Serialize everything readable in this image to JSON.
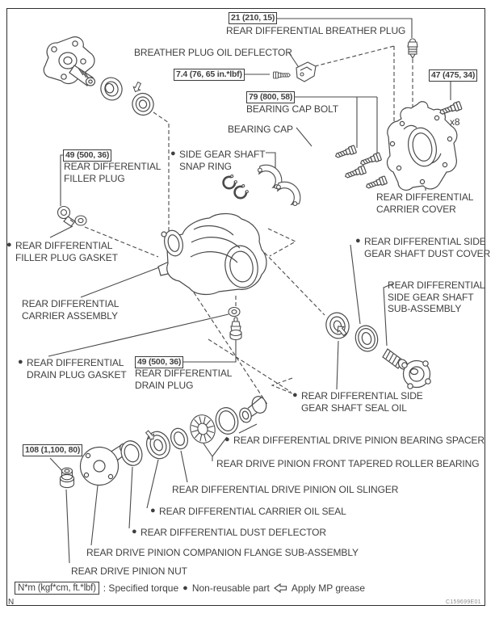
{
  "page": {
    "corner_letter": "N",
    "figure_code": "C159699E01"
  },
  "legend": {
    "torque_box": "N*m (kgf*cm, ft.*lbf)",
    "specified_torque": ": Specified torque",
    "bullet": "●",
    "non_reusable": "Non-reusable part",
    "apply_grease": "Apply MP grease"
  },
  "torque_specs": {
    "breather_plug": "21 (210, 15)",
    "deflector_bolt": "7.4 (76, 65 in.*lbf)",
    "bearing_cap_bolt": "79 (800, 58)",
    "cover_bolt": "47 (475, 34)",
    "cover_bolt_qty": "x8",
    "filler_plug": "49 (500, 36)",
    "drain_plug": "49 (500, 36)",
    "pinion_nut": "108 (1,100, 80)"
  },
  "parts": {
    "breather_plug": {
      "l1": "REAR DIFFERENTIAL BREATHER PLUG"
    },
    "deflector": {
      "l1": "BREATHER PLUG OIL DEFLECTOR"
    },
    "bearing_cap_bolt": {
      "l1": "BEARING CAP BOLT"
    },
    "bearing_cap": {
      "l1": "BEARING CAP"
    },
    "carrier_cover": {
      "l1": "REAR DIFFERENTIAL",
      "l2": "CARRIER COVER"
    },
    "filler_plug": {
      "l1": "REAR DIFFERENTIAL",
      "l2": "FILLER PLUG"
    },
    "snap_ring": {
      "bullet": "●",
      "l1": "SIDE GEAR SHAFT",
      "l2": "SNAP RING"
    },
    "filler_plug_gasket": {
      "bullet": "●",
      "l1": "REAR DIFFERENTIAL",
      "l2": "FILLER PLUG GASKET"
    },
    "dust_cover": {
      "bullet": "●",
      "l1": "REAR DIFFERENTIAL SIDE",
      "l2": "GEAR SHAFT DUST COVER"
    },
    "carrier_assembly": {
      "l1": "REAR DIFFERENTIAL",
      "l2": "CARRIER ASSEMBLY"
    },
    "side_gear_shaft": {
      "l1": "REAR DIFFERENTIAL",
      "l2": "SIDE GEAR SHAFT",
      "l3": "SUB-ASSEMBLY"
    },
    "drain_plug_gasket": {
      "bullet": "●",
      "l1": "REAR DIFFERENTIAL",
      "l2": "DRAIN PLUG GASKET"
    },
    "drain_plug": {
      "l1": "REAR DIFFERENTIAL",
      "l2": "DRAIN PLUG"
    },
    "seal_oil": {
      "bullet": "●",
      "l1": "REAR DIFFERENTIAL SIDE",
      "l2": "GEAR SHAFT SEAL OIL"
    },
    "bearing_spacer": {
      "bullet": "●",
      "l1": "REAR DIFFERENTIAL DRIVE PINION BEARING SPACER"
    },
    "tapered_bearing": {
      "l1": "REAR DRIVE PINION FRONT TAPERED ROLLER BEARING"
    },
    "oil_slinger": {
      "l1": "REAR DIFFERENTIAL DRIVE PINION OIL SLINGER"
    },
    "carrier_oil_seal": {
      "bullet": "●",
      "l1": "REAR DIFFERENTIAL CARRIER OIL SEAL"
    },
    "dust_deflector": {
      "bullet": "●",
      "l1": "REAR DIFFERENTIAL DUST DEFLECTOR"
    },
    "companion_flange": {
      "l1": "REAR DRIVE PINION COMPANION FLANGE SUB-ASSEMBLY"
    },
    "pinion_nut": {
      "l1": "REAR DRIVE PINION NUT"
    }
  },
  "colors": {
    "ink": "#3f3f3f",
    "line": "#4a4a4a"
  }
}
